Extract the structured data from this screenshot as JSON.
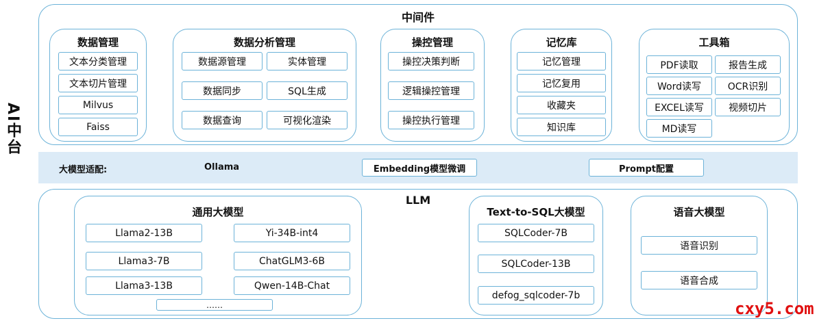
{
  "side_label": "AI中台",
  "middleware": {
    "title": "中间件",
    "groups": {
      "data_mgmt": {
        "title": "数据管理",
        "items": [
          "文本分类管理",
          "文本切片管理",
          "Milvus",
          "Faiss"
        ]
      },
      "analysis": {
        "title": "数据分析管理",
        "items": [
          "数据源管理",
          "实体管理",
          "数据同步",
          "SQL生成",
          "数据查询",
          "可视化渲染"
        ]
      },
      "control": {
        "title": "操控管理",
        "items": [
          "操控决策判断",
          "逻辑操控管理",
          "操控执行管理"
        ]
      },
      "memory": {
        "title": "记忆库",
        "items": [
          "记忆管理",
          "记忆复用",
          "收藏夹",
          "知识库"
        ]
      },
      "tools": {
        "title": "工具箱",
        "items": [
          "PDF读取",
          "报告生成",
          "Word读写",
          "OCR识别",
          "EXCEL读写",
          "视频切片",
          "MD读写"
        ]
      }
    }
  },
  "adapter": {
    "label": "大模型适配:",
    "ollama": "Ollama",
    "embedding": "Embedding模型微调",
    "prompt": "Prompt配置"
  },
  "llm": {
    "title": "LLM",
    "general": {
      "title": "通用大模型",
      "items": [
        "Llama2-13B",
        "Yi-34B-int4",
        "Llama3-7B",
        "ChatGLM3-6B",
        "Llama3-13B",
        "Qwen-14B-Chat",
        "……"
      ]
    },
    "text2sql": {
      "title": "Text-to-SQL大模型",
      "items": [
        "SQLCoder-7B",
        "SQLCoder-13B",
        "defog_sqlcoder-7b"
      ]
    },
    "speech": {
      "title": "语音大模型",
      "items": [
        "语音识别",
        "语音合成"
      ]
    }
  },
  "watermark": "cxy5.com",
  "colors": {
    "border": "#6bb2d8",
    "band": "#dcebf7",
    "watermark": "#e01010"
  }
}
